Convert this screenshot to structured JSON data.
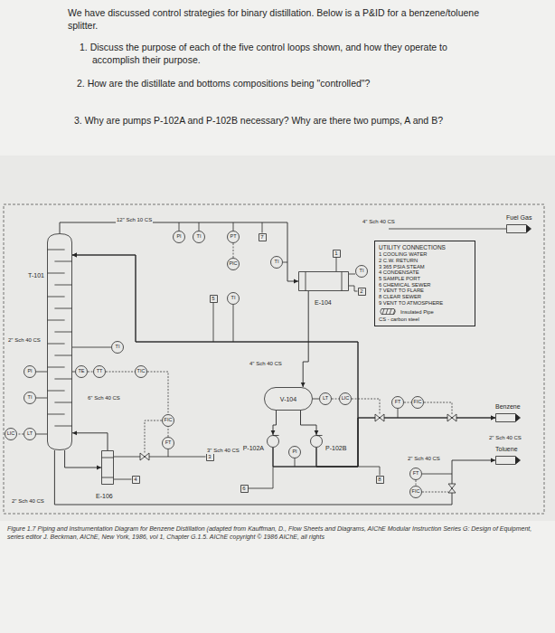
{
  "diagram": {
    "caption": "Figure 1.7 Piping and Instrumentation Diagram for Benzene Distillation (adapted from Kauffman, D., Flow Sheets and Diagrams, AIChE Modular Instruction Series G: Design of Equipment, series editor J. Beckman, AIChE, New York, 1986, vol 1, Chapter G.1.5. AIChE copyright © 1986 AIChE, all rights",
    "nodes": [
      {
        "text": [
          "T-101"
        ]
      },
      {
        "text": [
          "E-106"
        ]
      },
      {
        "text": [
          "V-104"
        ]
      },
      {
        "text": [
          "E-104"
        ]
      },
      {
        "text": [
          "P-102A"
        ]
      },
      {
        "text": [
          "P-102B"
        ]
      },
      {
        "text": [
          "UTILITY CONNECTIONS",
          "1 COOLING WATER",
          "2 C.W. RETURN",
          "3 365 PSIA STEAM",
          "4 CONDENSATE",
          "5 SAMPLE PORT",
          "6 CHEMICAL SEWER",
          "7 VENT TO FLARE",
          "8 CLEAR SEWER",
          "9 VENT TO ATMOSPHERE",
          "CS - carbon steel"
        ]
      },
      {
        "text": [
          "Fuel Gas"
        ]
      },
      {
        "text": [
          "Benzene"
        ]
      },
      {
        "text": [
          "Toluene"
        ]
      },
      {
        "text": [
          "PI"
        ]
      },
      {
        "text": [
          "TI"
        ]
      },
      {
        "text": [
          "LT"
        ]
      },
      {
        "text": [
          "LIC"
        ]
      },
      {
        "text": [
          "TE"
        ]
      },
      {
        "text": [
          "TT"
        ]
      },
      {
        "text": [
          "TIC"
        ]
      },
      {
        "text": [
          "TI"
        ]
      },
      {
        "text": [
          "FT"
        ]
      },
      {
        "text": [
          "FIC"
        ]
      },
      {
        "text": [
          "PI"
        ]
      },
      {
        "text": [
          "TI"
        ]
      },
      {
        "text": [
          "PT"
        ]
      },
      {
        "text": [
          "PIC"
        ]
      },
      {
        "text": [
          "TI"
        ]
      },
      {
        "text": [
          "TI"
        ]
      },
      {
        "text": [
          "TI"
        ]
      },
      {
        "text": [
          "LT"
        ]
      },
      {
        "text": [
          "LIC"
        ]
      },
      {
        "text": [
          "PI"
        ]
      },
      {
        "text": [
          "FT"
        ]
      },
      {
        "text": [
          "FIC"
        ]
      },
      {
        "text": [
          "FT"
        ]
      },
      {
        "text": [
          "FIC"
        ]
      },
      {
        "text": [
          "1"
        ]
      },
      {
        "text": [
          "2"
        ]
      },
      {
        "text": [
          "3"
        ]
      },
      {
        "text": [
          "4"
        ]
      },
      {
        "text": [
          "5"
        ]
      },
      {
        "text": [
          "6"
        ]
      },
      {
        "text": [
          "7"
        ]
      },
      {
        "text": [
          "8"
        ]
      }
    ],
    "edges": [
      {
        "from": 0,
        "to": 3,
        "arrow": "to"
      },
      {
        "from": 3,
        "to": 2,
        "arrow": "to"
      },
      {
        "from": 2,
        "to": 4,
        "arrow": "to"
      },
      {
        "from": 2,
        "to": 5,
        "arrow": "to"
      },
      {
        "from": 4,
        "to": 8,
        "arrow": "to"
      },
      {
        "from": 5,
        "to": 8,
        "arrow": "to"
      },
      {
        "from": 4,
        "to": 0,
        "arrow": "to"
      },
      {
        "from": 5,
        "to": 0,
        "arrow": "to"
      },
      {
        "from": 0,
        "to": 1,
        "arrow": "to"
      },
      {
        "from": 1,
        "to": 0,
        "arrow": "to"
      },
      {
        "from": 0,
        "to": 9,
        "arrow": "to"
      },
      {
        "from": 14,
        "to": 15,
        "arrow": "none"
      },
      {
        "from": 15,
        "to": 16,
        "arrow": "none"
      },
      {
        "from": 16,
        "to": 19,
        "arrow": "none"
      },
      {
        "from": 18,
        "to": 19,
        "arrow": "none"
      },
      {
        "from": 12,
        "to": 13,
        "arrow": "none"
      },
      {
        "from": 22,
        "to": 23,
        "arrow": "none"
      },
      {
        "from": 27,
        "to": 28,
        "arrow": "none"
      },
      {
        "from": 30,
        "to": 31,
        "arrow": "none"
      },
      {
        "from": 32,
        "to": 33,
        "arrow": "none"
      }
    ],
    "labels": [
      "We have discussed control strategies for binary distillation. Below is a P&ID for a benzene/toluene splitter.",
      "1. Discuss the purpose of each of the five control loops shown, and how they operate to accomplish their purpose.",
      "2. How are the distillate and bottoms compositions being \"controlled\"?",
      "3. Why are pumps P-102A and P-102B necessary? Why are there two pumps, A and B?",
      "12\" Sch 10 CS",
      "2\" Sch 40 CS",
      "6\" Sch 40 CS",
      "4\" Sch 40 CS",
      "3\" Sch 40 CS",
      "4\" Sch 40 CS",
      "2\" Sch 40 CS",
      "2\" Sch 40 CS",
      "2\" Sch 40 CS"
    ],
    "legend": [
      {
        "text": "Insulated Pipe"
      }
    ]
  }
}
